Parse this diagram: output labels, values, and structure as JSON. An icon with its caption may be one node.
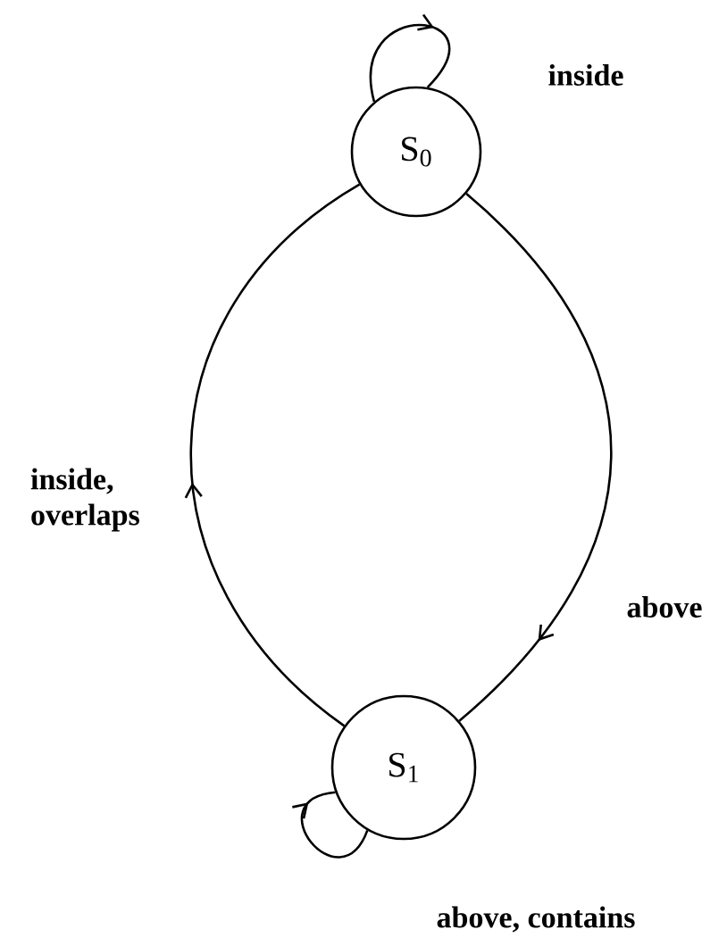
{
  "diagram": {
    "nodes": [
      {
        "text": [
          "S$_{0}$"
        ]
      },
      {
        "text": [
          "S$_{1}$"
        ]
      }
    ],
    "edges": [
      {
        "from": 0,
        "to": 0,
        "arrow": "to",
        "label": "inside"
      },
      {
        "from": 0,
        "to": 1,
        "arrow": "to",
        "label": "above"
      },
      {
        "from": 1,
        "to": 0,
        "arrow": "to",
        "label": "inside, overlaps"
      },
      {
        "from": 1,
        "to": 1,
        "arrow": "to",
        "label": "above, contains"
      }
    ]
  }
}
